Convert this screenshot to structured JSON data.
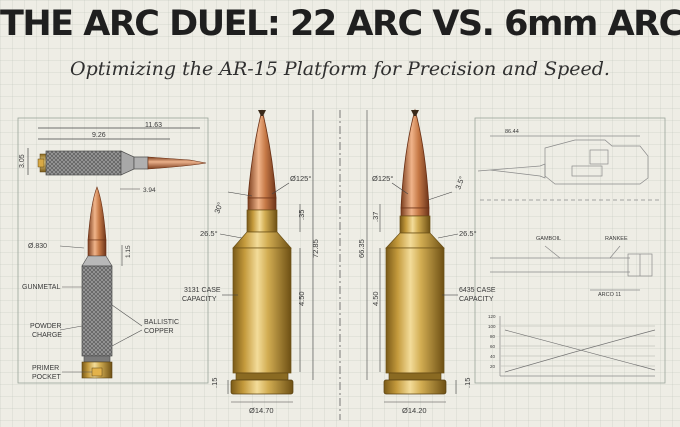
{
  "title": "THE ARC DUEL: 22 ARC VS. 6mm ARC",
  "subtitle": "Optimizing the AR-15 Platform for Precision and Speed.",
  "left_schematic": {
    "overall_length": "11.63",
    "body_length": "9.26",
    "height": "3.05",
    "bullet_dim": "3.94",
    "diameter": "Ø.830",
    "side_dim": "1.15",
    "labels": {
      "gunmetal": "GUNMETAL",
      "powder_charge": "POWDER CHARGE",
      "primer_pocket": "PRIMER POCKET",
      "ballistic_copper": "BALLISTIC COPPER"
    }
  },
  "cartridge_22": {
    "ogive_angle": "30°",
    "tip_angle": "Ø125°",
    "shoulder_angle": "26.5°",
    "neck_dim": ".35",
    "overall_length": "72.85",
    "body_length": "4.50",
    "rim_dim": ".15",
    "base_diameter": "Ø14.70",
    "capacity": "3131 CASE CAPACITY"
  },
  "cartridge_6mm": {
    "ogive_angle": "3.5°",
    "tip_angle": "Ø125°",
    "shoulder_angle": "26.5°",
    "neck_dim": ".37",
    "overall_length": "66.35",
    "body_length": "4.50",
    "rim_dim": ".15",
    "base_diameter": "Ø14.20",
    "capacity": "6435 CASE CAPACITY"
  },
  "right_schematic": {
    "top_dim": "86.44",
    "label_a": "GAMBOIL",
    "label_b": "RANKEE",
    "bottom_label": "ARCO 11",
    "chart_y_ticks": [
      "120",
      "100",
      "80",
      "60",
      "40",
      "20"
    ]
  },
  "colors": {
    "brass_light": "#ecd089",
    "brass": "#c49c3e",
    "brass_dark": "#8a6a22",
    "copper": "#c77a47",
    "copper_light": "#eab08a",
    "dimension_green": "#2f6b45",
    "dimension_red": "#b03a3a"
  }
}
